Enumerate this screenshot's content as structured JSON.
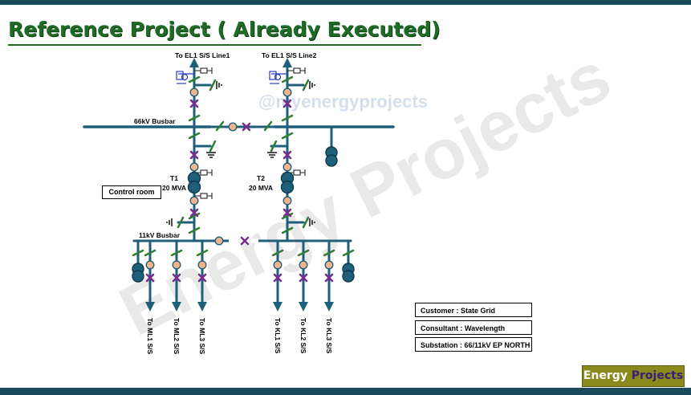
{
  "title": "Reference Project ( Already Executed)",
  "watermark_handle": "@myenergyprojects",
  "watermark_big": "Energy Projects",
  "labels": {
    "line1": "To EL1 S/S Line1",
    "line2": "To EL1 S/S Line2",
    "busbar66": "66kV Busbar",
    "busbar11": "11kV Busbar",
    "t1_name": "T1",
    "t1_rating": "20 MVA",
    "t2_name": "T2",
    "t2_rating": "20 MVA",
    "control_room": "Control room"
  },
  "feeders": [
    "To ML1 S/S",
    "To ML2 S/S",
    "To ML3 S/S",
    "To KL1 S/S",
    "To KL2 S/S",
    "To KL3 S/S"
  ],
  "info": {
    "customer": "Customer : State Grid",
    "consultant": "Consultant : Wavelength",
    "substation": "Substation : 66/11kV EP NORTH"
  },
  "logo": {
    "word1": "Energy",
    "word2": "Projects"
  },
  "colors": {
    "frame": "#1a4a5c",
    "line": "#1f5f7a",
    "breaker": "#7b2d8e",
    "ct": "#f2b48a",
    "switch": "#2e7d32",
    "earth": "#222222",
    "vt": "#2a3bbf",
    "transformer": "#1f5f7a",
    "title": "#1e6b25"
  }
}
